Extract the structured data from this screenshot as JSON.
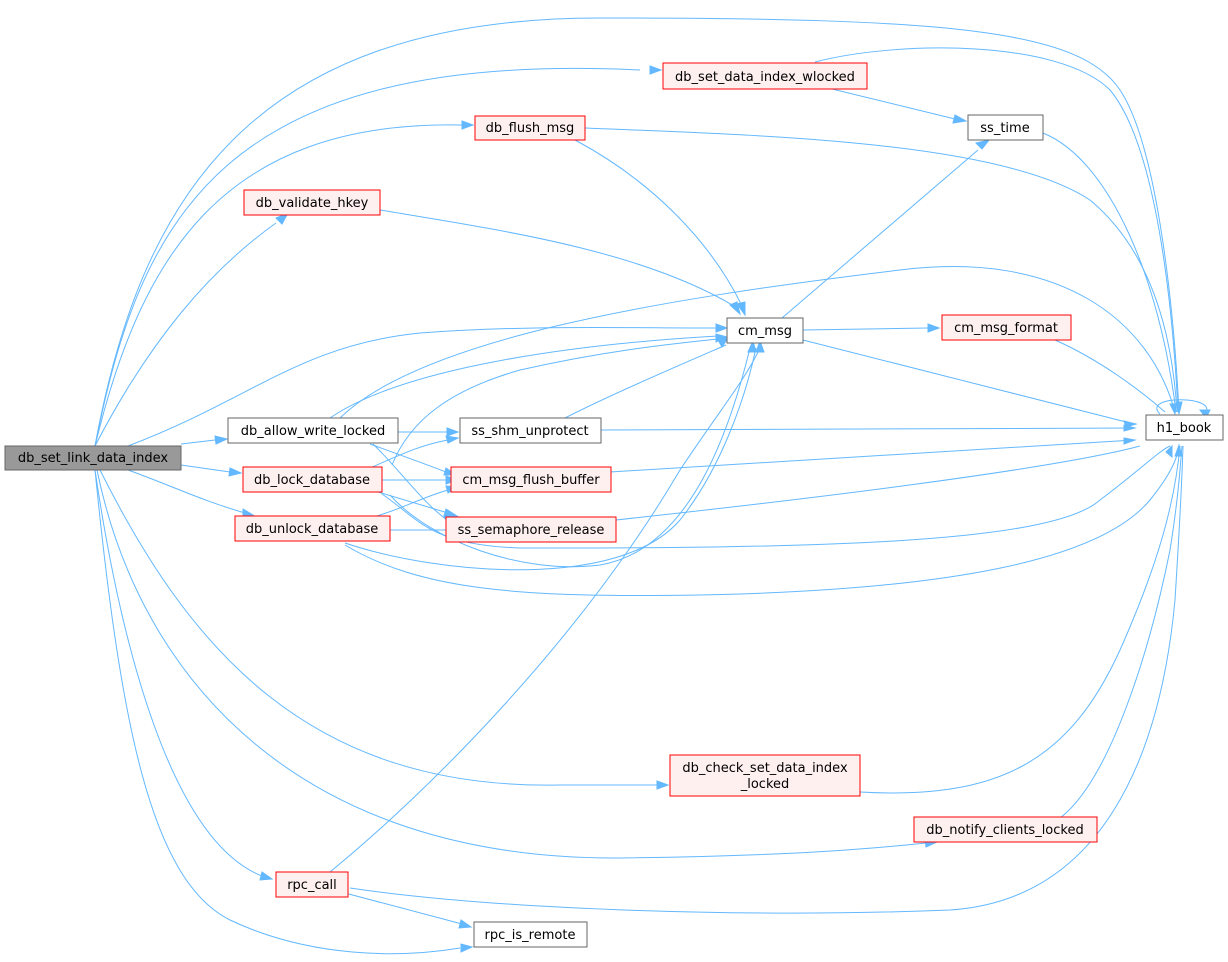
{
  "graph": {
    "colors": {
      "edge": "#63b8ff",
      "root_fill": "#999999",
      "node_border": "#666666",
      "red_border": "#ff0000",
      "red_fill": "#fff0f0"
    },
    "nodes": {
      "db_set_link_data_index": "db_set_link_data_index",
      "db_set_data_index_wlocked": "db_set_data_index_wlocked",
      "db_flush_msg": "db_flush_msg",
      "db_validate_hkey": "db_validate_hkey",
      "ss_time": "ss_time",
      "cm_msg": "cm_msg",
      "cm_msg_format": "cm_msg_format",
      "db_allow_write_locked": "db_allow_write_locked",
      "ss_shm_unprotect": "ss_shm_unprotect",
      "h1_book": "h1_book",
      "db_lock_database": "db_lock_database",
      "cm_msg_flush_buffer": "cm_msg_flush_buffer",
      "db_unlock_database": "db_unlock_database",
      "ss_semaphore_release": "ss_semaphore_release",
      "db_check_set_data_index_locked_1": "db_check_set_data_index",
      "db_check_set_data_index_locked_2": "_locked",
      "db_notify_clients_locked": "db_notify_clients_locked",
      "rpc_call": "rpc_call",
      "rpc_is_remote": "rpc_is_remote"
    }
  }
}
